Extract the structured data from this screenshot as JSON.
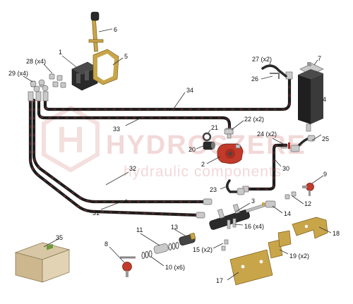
{
  "watermark": {
    "brand": "HYDROSZERE",
    "tagline": "hydraulic components"
  },
  "part_labels": {
    "p1": "1",
    "p2": "2",
    "p3": "3",
    "p4": "4",
    "p5": "5",
    "p6": "6",
    "p7": "7",
    "p8": "8",
    "p9": "9",
    "p10": "10 (x6)",
    "p11": "11",
    "p12": "12",
    "p13": "13",
    "p14": "14",
    "p15": "15 (x2)",
    "p16": "16 (x4)",
    "p17": "17",
    "p18": "18",
    "p19": "19 (x2)",
    "p20": "20",
    "p21": "21",
    "p22": "22 (x2)",
    "p23": "23",
    "p24": "24 (x2)",
    "p25": "25",
    "p26": "26",
    "p27": "27 (x2)",
    "p28": "28 (x4)",
    "p29": "29 (x4)",
    "p30": "30",
    "p31": "31",
    "p32": "32",
    "p33": "33",
    "p34": "34",
    "p35": "35"
  },
  "colors": {
    "hose": "#1d1d1d",
    "pump_red": "#c23a2a",
    "bracket_brass": "#c9a54a",
    "box_cardboard": "#d8c7a5"
  }
}
